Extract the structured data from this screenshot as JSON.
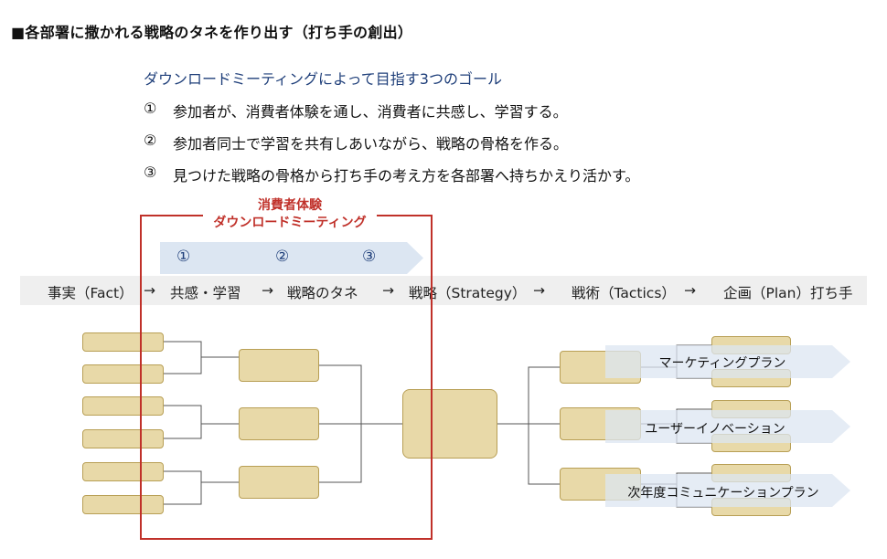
{
  "heading": "■各部署に撒かれる戦略のタネを作り出す（打ち手の創出）",
  "goals": {
    "title": "ダウンロードミーティングによって目指す3つのゴール",
    "items": [
      {
        "num": "①",
        "text": "参加者が、消費者体験を通し、消費者に共感し、学習する。"
      },
      {
        "num": "②",
        "text": "参加者同士で学習を共有しあいながら、戦略の骨格を作る。"
      },
      {
        "num": "③",
        "text": "見つけた戦略の骨格から打ち手の考え方を各部署へ持ちかえり活かす。"
      }
    ]
  },
  "meeting": {
    "label_line1": "消費者体験",
    "label_line2": "ダウンロードミーティング",
    "steps": [
      "①",
      "②",
      "③"
    ],
    "frame_color": "#c0312a"
  },
  "flow": {
    "stages": [
      "事実（Fact）",
      "共感・学習",
      "戦略のタネ",
      "戦略（Strategy）",
      "戦術（Tactics）",
      "企画（Plan）打ち手"
    ],
    "arrow": "→"
  },
  "plans": [
    "マーケティングプラン",
    "ユーザーイノベーション",
    "次年度コミュニケーションプラン"
  ],
  "colors": {
    "box_fill": "#e8d9a8",
    "box_border": "#b89f55",
    "ribbon": "#dce6f2",
    "goal_title": "#1f3f7a"
  }
}
